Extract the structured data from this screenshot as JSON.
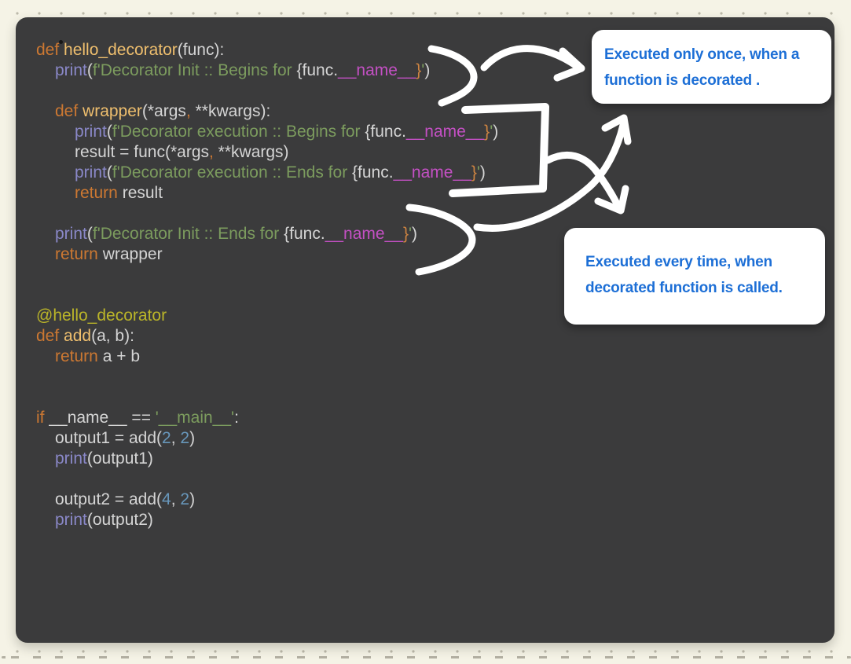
{
  "page": {
    "bg": "#F5F3E6",
    "dot_color": "#BDBAAB"
  },
  "panel": {
    "bg": "#3B3B3C"
  },
  "arrows": {
    "stroke": "#FFFFFF"
  },
  "code": {
    "token_colors": {
      "k": "#CC7832",
      "f": "#EFBF6E",
      "d": "#BBB529",
      "s": "#7C9C5E",
      "b": "#8A88C8",
      "n": "#6897BB",
      "m": "#C450C4",
      "o": "#CE8441",
      "p": "#D5D5D5"
    },
    "lines": [
      {
        "indent": 0,
        "segments": [
          {
            "t": "def ",
            "c": "k"
          },
          {
            "t": "hello_decorator",
            "c": "f"
          },
          {
            "t": "(func):",
            "c": "p"
          }
        ]
      },
      {
        "indent": 1,
        "segments": [
          {
            "t": "print",
            "c": "b"
          },
          {
            "t": "(",
            "c": "p"
          },
          {
            "t": "f'Decorator Init :: Begins for ",
            "c": "s"
          },
          {
            "t": "{func.",
            "c": "p"
          },
          {
            "t": "__name__",
            "c": "m"
          },
          {
            "t": "}",
            "c": "o"
          },
          {
            "t": "'",
            "c": "s"
          },
          {
            "t": ")",
            "c": "p"
          }
        ]
      },
      {
        "indent": 0,
        "segments": []
      },
      {
        "indent": 1,
        "segments": [
          {
            "t": "def ",
            "c": "k"
          },
          {
            "t": "wrapper",
            "c": "f"
          },
          {
            "t": "(*args",
            "c": "p"
          },
          {
            "t": ",",
            "c": "k"
          },
          {
            "t": " **kwargs):",
            "c": "p"
          }
        ]
      },
      {
        "indent": 2,
        "segments": [
          {
            "t": "print",
            "c": "b"
          },
          {
            "t": "(",
            "c": "p"
          },
          {
            "t": "f'Decorator execution :: Begins for ",
            "c": "s"
          },
          {
            "t": "{func.",
            "c": "p"
          },
          {
            "t": "__name__",
            "c": "m"
          },
          {
            "t": "}",
            "c": "o"
          },
          {
            "t": "'",
            "c": "s"
          },
          {
            "t": ")",
            "c": "p"
          }
        ]
      },
      {
        "indent": 2,
        "segments": [
          {
            "t": "result = func(*args",
            "c": "p"
          },
          {
            "t": ",",
            "c": "k"
          },
          {
            "t": " **kwargs)",
            "c": "p"
          }
        ]
      },
      {
        "indent": 2,
        "segments": [
          {
            "t": "print",
            "c": "b"
          },
          {
            "t": "(",
            "c": "p"
          },
          {
            "t": "f'Decorator execution :: Ends for ",
            "c": "s"
          },
          {
            "t": "{func.",
            "c": "p"
          },
          {
            "t": "__name__",
            "c": "m"
          },
          {
            "t": "}",
            "c": "o"
          },
          {
            "t": "'",
            "c": "s"
          },
          {
            "t": ")",
            "c": "p"
          }
        ]
      },
      {
        "indent": 2,
        "segments": [
          {
            "t": "return ",
            "c": "k"
          },
          {
            "t": "result",
            "c": "p"
          }
        ]
      },
      {
        "indent": 0,
        "segments": []
      },
      {
        "indent": 1,
        "segments": [
          {
            "t": "print",
            "c": "b"
          },
          {
            "t": "(",
            "c": "p"
          },
          {
            "t": "f'Decorator Init :: Ends for ",
            "c": "s"
          },
          {
            "t": "{func.",
            "c": "p"
          },
          {
            "t": "__name__",
            "c": "m"
          },
          {
            "t": "}",
            "c": "o"
          },
          {
            "t": "'",
            "c": "s"
          },
          {
            "t": ")",
            "c": "p"
          }
        ]
      },
      {
        "indent": 1,
        "segments": [
          {
            "t": "return ",
            "c": "k"
          },
          {
            "t": "wrapper",
            "c": "p"
          }
        ]
      },
      {
        "indent": 0,
        "segments": []
      },
      {
        "indent": 0,
        "segments": []
      },
      {
        "indent": 0,
        "segments": [
          {
            "t": "@hello_decorator",
            "c": "d"
          }
        ]
      },
      {
        "indent": 0,
        "segments": [
          {
            "t": "def ",
            "c": "k"
          },
          {
            "t": "add",
            "c": "f"
          },
          {
            "t": "(a, b):",
            "c": "p"
          }
        ]
      },
      {
        "indent": 1,
        "segments": [
          {
            "t": "return ",
            "c": "k"
          },
          {
            "t": "a + b",
            "c": "p"
          }
        ]
      },
      {
        "indent": 0,
        "segments": []
      },
      {
        "indent": 0,
        "segments": []
      },
      {
        "indent": 0,
        "segments": [
          {
            "t": "if ",
            "c": "k"
          },
          {
            "t": "__name__ == ",
            "c": "p"
          },
          {
            "t": "'__main__'",
            "c": "s"
          },
          {
            "t": ":",
            "c": "p"
          }
        ]
      },
      {
        "indent": 1,
        "segments": [
          {
            "t": "output1 = add(",
            "c": "p"
          },
          {
            "t": "2",
            "c": "n"
          },
          {
            "t": ", ",
            "c": "p"
          },
          {
            "t": "2",
            "c": "n"
          },
          {
            "t": ")",
            "c": "p"
          }
        ]
      },
      {
        "indent": 1,
        "segments": [
          {
            "t": "print",
            "c": "b"
          },
          {
            "t": "(output1)",
            "c": "p"
          }
        ]
      },
      {
        "indent": 0,
        "segments": []
      },
      {
        "indent": 1,
        "segments": [
          {
            "t": "output2 = add(",
            "c": "p"
          },
          {
            "t": "4",
            "c": "n"
          },
          {
            "t": ", ",
            "c": "p"
          },
          {
            "t": "2",
            "c": "n"
          },
          {
            "t": ")",
            "c": "p"
          }
        ]
      },
      {
        "indent": 1,
        "segments": [
          {
            "t": "print",
            "c": "b"
          },
          {
            "t": "(output2)",
            "c": "p"
          }
        ]
      }
    ]
  },
  "callouts": [
    {
      "text": "Executed only once, when a function is decorated .",
      "color": "#1D6FD6"
    },
    {
      "text": "Executed every time, when decorated function is called.",
      "color": "#1D6FD6"
    }
  ]
}
